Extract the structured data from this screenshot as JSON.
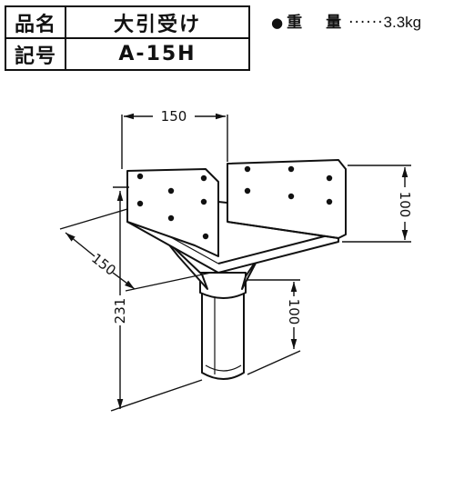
{
  "spec": {
    "name_label": "品名",
    "name_value": "大引受け",
    "code_label": "記号",
    "code_value": "A-15H"
  },
  "weight": {
    "bullet": "●",
    "label": "重量",
    "leader": "······",
    "value": "3.3kg"
  },
  "dimensions": {
    "top_width": "150",
    "depth": "150",
    "plate_height": "100",
    "total_height": "231",
    "shaft_length": "100"
  }
}
